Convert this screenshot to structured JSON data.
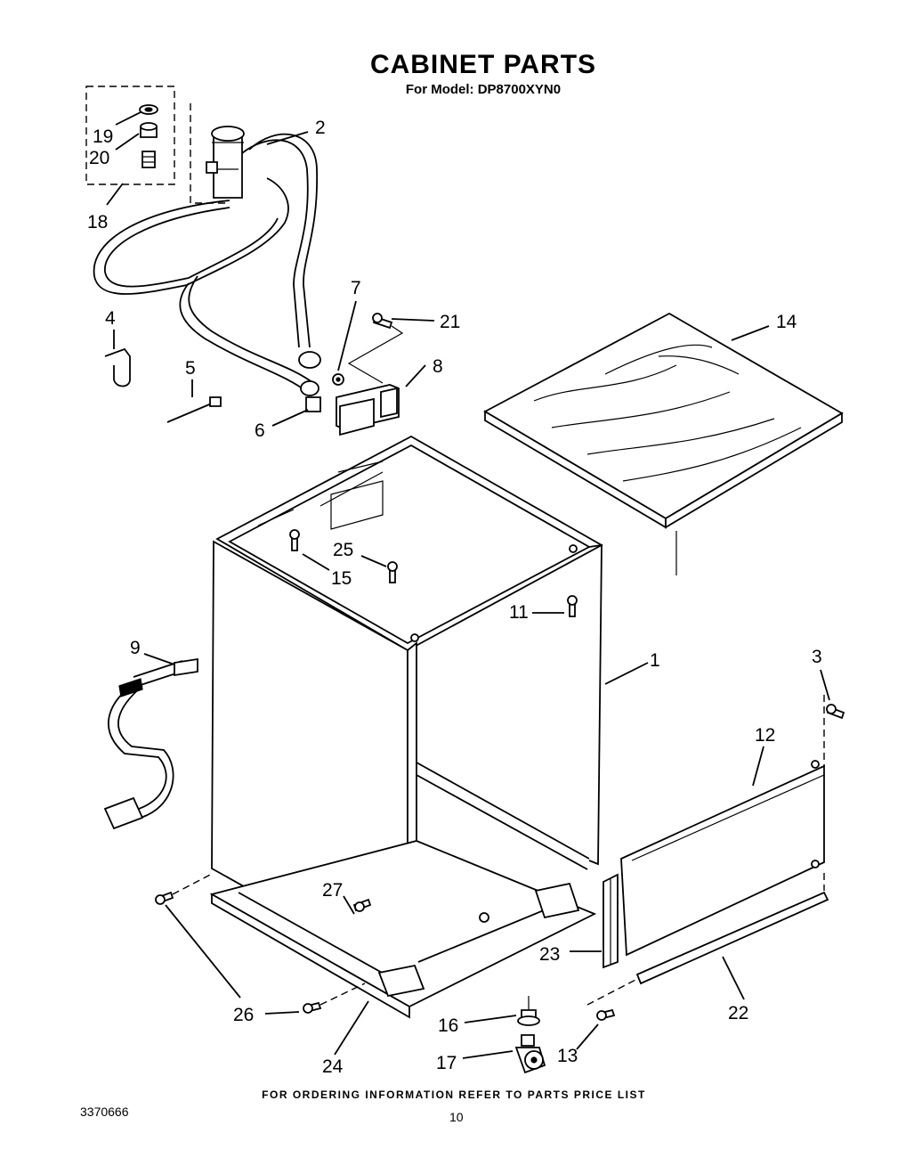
{
  "header": {
    "title": "CABINET PARTS",
    "subtitle": "For Model: DP8700XYN0"
  },
  "callouts": [
    "19",
    "20",
    "18",
    "2",
    "4",
    "5",
    "6",
    "7",
    "8",
    "21",
    "14",
    "25",
    "15",
    "11",
    "1",
    "9",
    "3",
    "12",
    "27",
    "23",
    "26",
    "16",
    "17",
    "13",
    "22",
    "24"
  ],
  "footer": {
    "note": "FOR ORDERING INFORMATION REFER TO PARTS PRICE LIST",
    "doc_number": "3370666",
    "page_number": "10"
  }
}
